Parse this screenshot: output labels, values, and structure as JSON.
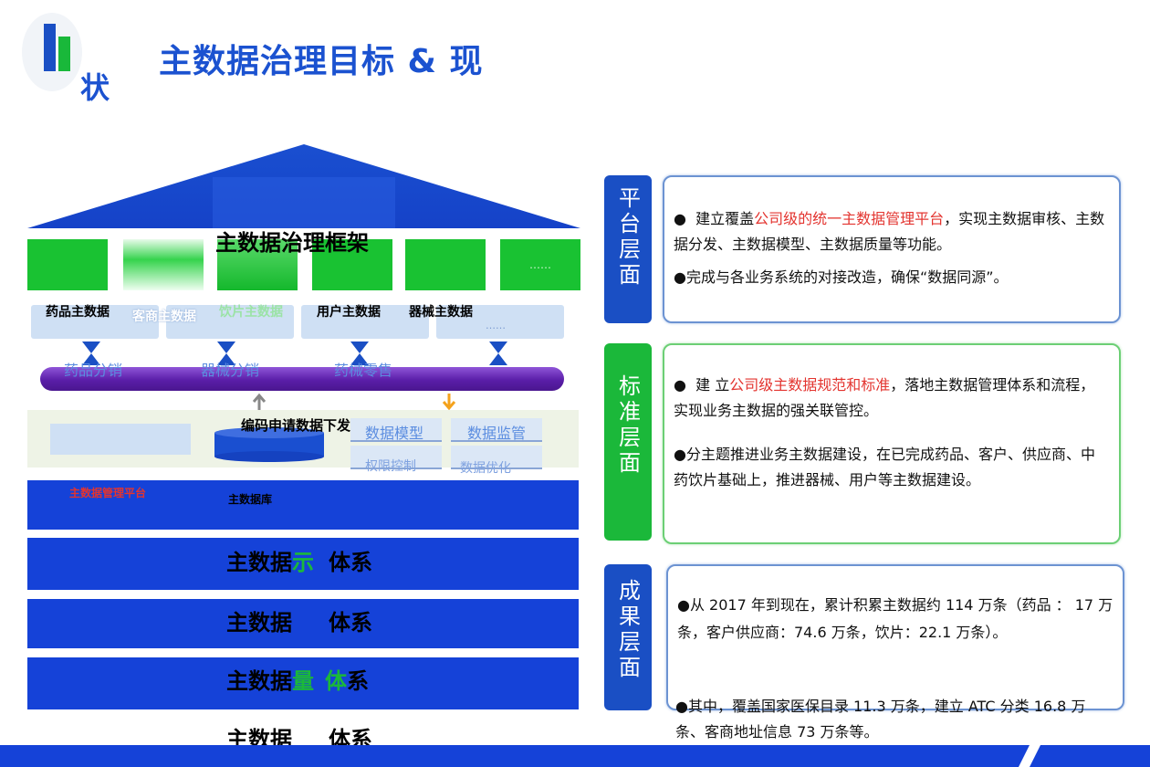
{
  "header": {
    "title": "主数据治理目标 & 现",
    "logo_char": "状"
  },
  "framework": {
    "roof_title": "主数据治理框架",
    "block_dots": "……",
    "panels": [
      "药品主数据",
      "客商主数据",
      "饮片主数据",
      "用户主数据",
      "器械主数据"
    ],
    "panel_dots": "……",
    "pipe_labels": [
      "药品分销",
      "器械分销",
      "药械零售"
    ],
    "band_label": "编码申请数据下发",
    "mini_boxes": [
      "数据模型",
      "数据监管",
      "权限控制",
      "数据优化"
    ],
    "platform_label": "主数据管理平台",
    "db_label": "主数据库",
    "rows": [
      {
        "a": "主数据",
        "b": "示",
        "c": "体系"
      },
      {
        "a": "主数据",
        "b": "",
        "c": "体系"
      },
      {
        "a": "主数据",
        "b": "量",
        "b2": "体",
        "c": "系"
      },
      {
        "a": "主数据",
        "b": "",
        "c": "体系"
      }
    ]
  },
  "levels": [
    {
      "tab": "平台层面",
      "p1_pre": "建立覆盖",
      "p1_red": "公司级的统一主数据管理平台",
      "p1_post": "，实现主数据审核、主数据分发、主数据模型、主数据质量等功能。",
      "p2": "完成与各业务系统的对接改造，确保“数据同源”。"
    },
    {
      "tab": "标准层面",
      "p1_pre": "建 立",
      "p1_red": "公司级主数据规范和标准",
      "p1_post": "，落地主数据管理体系和流程，实现业务主数据的强关联管控。",
      "p2": "分主题推进业务主数据建设，在已完成药品、客户、供应商、中药饮片基础上，推进器械、用户等主数据建设。"
    },
    {
      "tab": "成果层面",
      "p1": "从 2017 年到现在，累计积累主数据约 114 万条（药品 ： 17 万条，客户供应商：74.6 万条，饮片：22.1 万条）。",
      "p2": "其中，覆盖国家医保目录 11.3 万条，建立 ATC 分类 16.8 万条、客商地址信息 73 万条等。"
    }
  ],
  "colors": {
    "blue": "#1542d8",
    "green": "#1bb83a",
    "purple": "#5a1ea8",
    "red": "#e3342f"
  }
}
